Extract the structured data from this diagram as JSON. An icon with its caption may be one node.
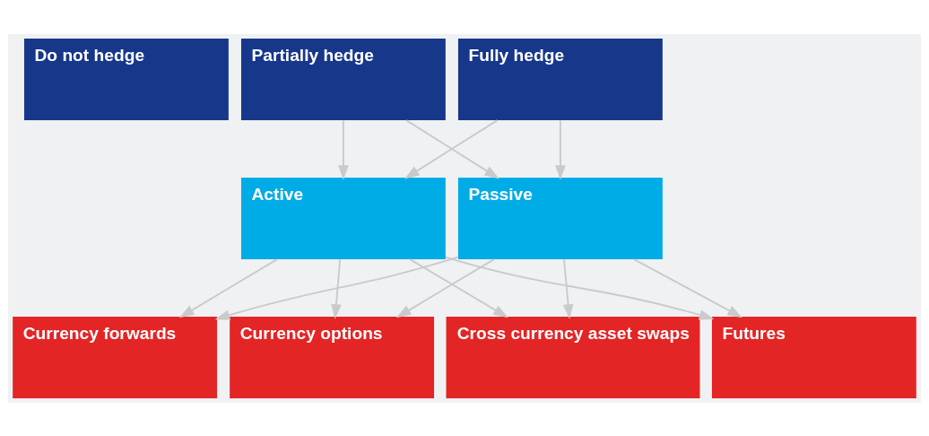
{
  "diagram": {
    "nodes": [
      {
        "text": [
          "Do not hedge"
        ]
      },
      {
        "text": [
          "Partially hedge"
        ]
      },
      {
        "text": [
          "Fully hedge"
        ]
      },
      {
        "text": [
          "Active"
        ]
      },
      {
        "text": [
          "Passive"
        ]
      },
      {
        "text": [
          "Currency forwards"
        ]
      },
      {
        "text": [
          "Currency options"
        ]
      },
      {
        "text": [
          "Cross currency asset swaps"
        ]
      },
      {
        "text": [
          "Futures"
        ]
      }
    ],
    "edges": [
      {
        "from": 1,
        "to": 3,
        "arrow": "to"
      },
      {
        "from": 1,
        "to": 4,
        "arrow": "to"
      },
      {
        "from": 2,
        "to": 3,
        "arrow": "to"
      },
      {
        "from": 2,
        "to": 4,
        "arrow": "to"
      },
      {
        "from": 3,
        "to": 5,
        "arrow": "to"
      },
      {
        "from": 3,
        "to": 6,
        "arrow": "to"
      },
      {
        "from": 3,
        "to": 7,
        "arrow": "to"
      },
      {
        "from": 3,
        "to": 8,
        "arrow": "to"
      },
      {
        "from": 4,
        "to": 5,
        "arrow": "to"
      },
      {
        "from": 4,
        "to": 6,
        "arrow": "to"
      },
      {
        "from": 4,
        "to": 7,
        "arrow": "to"
      },
      {
        "from": 4,
        "to": 8,
        "arrow": "to"
      }
    ]
  }
}
